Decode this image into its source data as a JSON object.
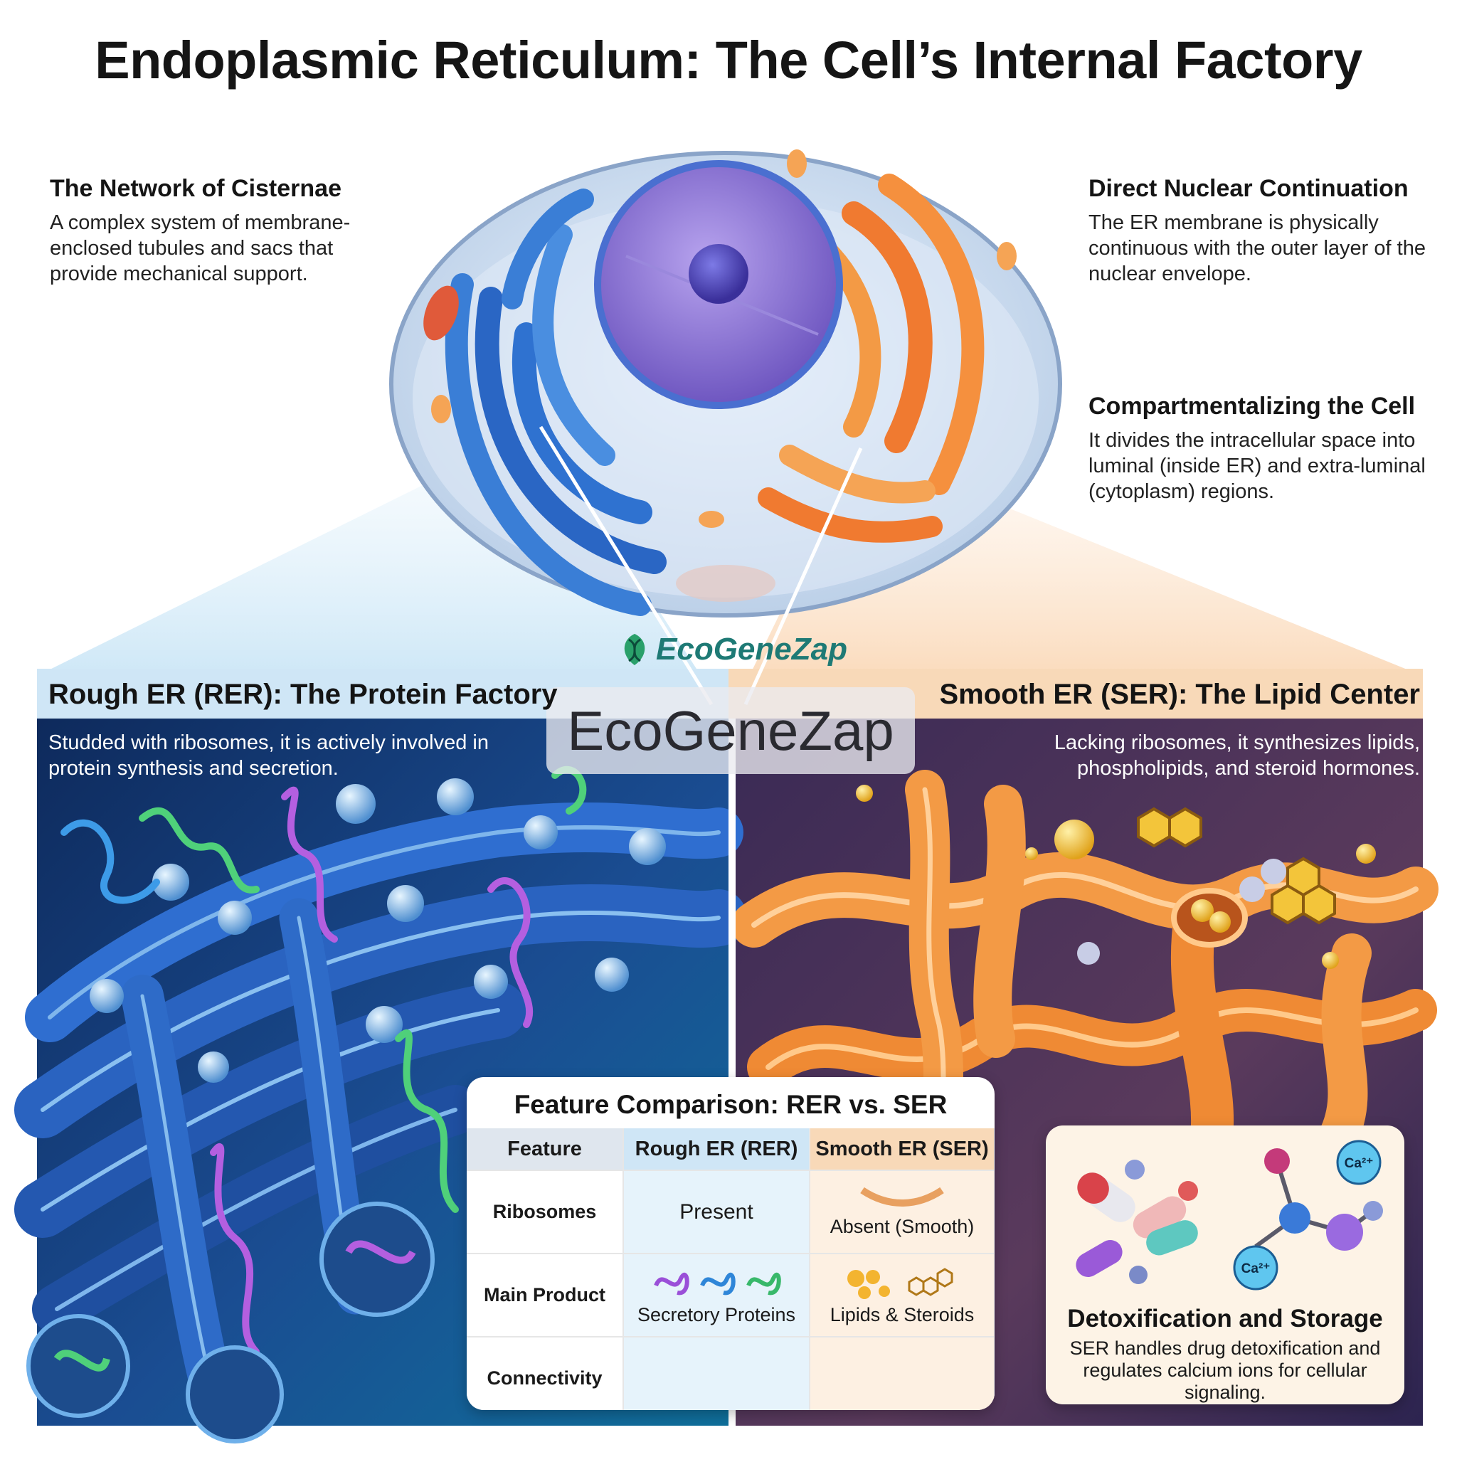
{
  "title": "Endoplasmic Reticulum: The Cell’s Internal Factory",
  "callouts": {
    "network": {
      "heading": "The Network of Cisternae",
      "text": "A complex system of membrane-enclosed tubules and sacs that provide mechanical support."
    },
    "nuclear": {
      "heading": "Direct Nuclear Continuation",
      "text": "The ER membrane is physically continuous with the outer layer of the nuclear envelope."
    },
    "compartment": {
      "heading": "Compartmentalizing the Cell",
      "text": "It divides the intracellular space into luminal (inside ER) and extra-luminal (cytoplasm) regions."
    }
  },
  "rer": {
    "title": "Rough ER (RER): The Protein Factory",
    "description": "Studded with ribosomes, it is actively involved in protein synthesis and secretion."
  },
  "ser": {
    "title": "Smooth ER (SER): The Lipid Center",
    "description": "Lacking ribosomes, it synthesizes lipids, phospholipids, and steroid hormones."
  },
  "watermark": {
    "logo_text": "EcoGeneZap",
    "box_text": "EcoGeneZap"
  },
  "comparison": {
    "title": "Feature Comparison: RER vs. SER",
    "headers": [
      "Feature",
      "Rough ER (RER)",
      "Smooth ER (SER)"
    ],
    "rows": [
      {
        "feature": "Ribosomes",
        "rer": "Present",
        "ser": "Absent (Smooth)"
      },
      {
        "feature": "Main Product",
        "rer": "Secretory Proteins",
        "ser": "Lipids & Steroids"
      },
      {
        "feature": "Connectivity",
        "rer": "",
        "ser": ""
      }
    ]
  },
  "detox": {
    "title": "Detoxification and Storage",
    "text": "SER handles drug detoxification and regulates calcium ions for cellular signaling.",
    "ion_label_1": "Ca²⁺",
    "ion_label_2": "Ca²⁺"
  },
  "colors": {
    "rer_blue": "#1f5fb0",
    "ser_orange": "#f08a32",
    "nucleus_purple": "#8a6fd1",
    "rer_header_band": "#cfe6f6",
    "ser_header_band": "#f8d9b8"
  },
  "icons": [
    "dna-leaf-logo-icon",
    "protein-coil-icon",
    "lipid-droplet-icon",
    "steroid-ring-icon",
    "capsule-icon",
    "calcium-ion-icon"
  ]
}
